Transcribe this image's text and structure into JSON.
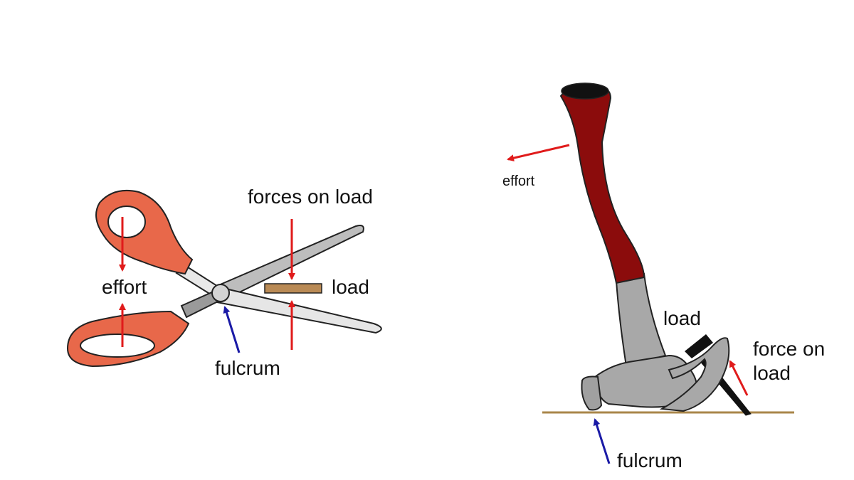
{
  "scissors": {
    "labels": {
      "forces_on_load": "forces on load",
      "effort": "effort",
      "load": "load",
      "fulcrum": "fulcrum"
    }
  },
  "hammer": {
    "labels": {
      "effort": "effort",
      "load": "load",
      "force_on": "force on",
      "force_load": "load",
      "fulcrum": "fulcrum"
    }
  },
  "colors": {
    "effort_arrow": "#e01b1b",
    "fulcrum_arrow": "#1a1aa6",
    "scissor_handle": "#e8684a",
    "blade": "#c9c9c9",
    "load_block": "#b98a55",
    "hammer_handle": "#8b0c0c",
    "hammer_head": "#a8a8a8",
    "ground_line": "#a9864a"
  }
}
